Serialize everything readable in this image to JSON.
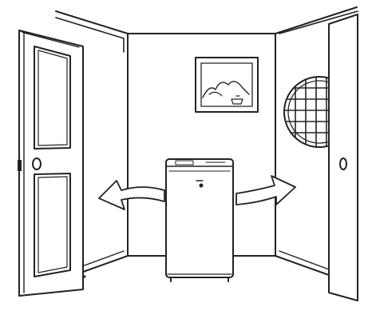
{
  "illustration": {
    "scene": "room-with-portable-air-conditioner",
    "line_color": "#222222",
    "fill_color": "#ffffff",
    "parts": {
      "door": "open-left-door",
      "picture": "framed-mountain-picture",
      "window": "round-grid-window",
      "unit": "portable-air-conditioner",
      "airflow": [
        "left-curved-arrow",
        "right-curved-arrow"
      ],
      "cabinet": "right-open-door"
    }
  }
}
